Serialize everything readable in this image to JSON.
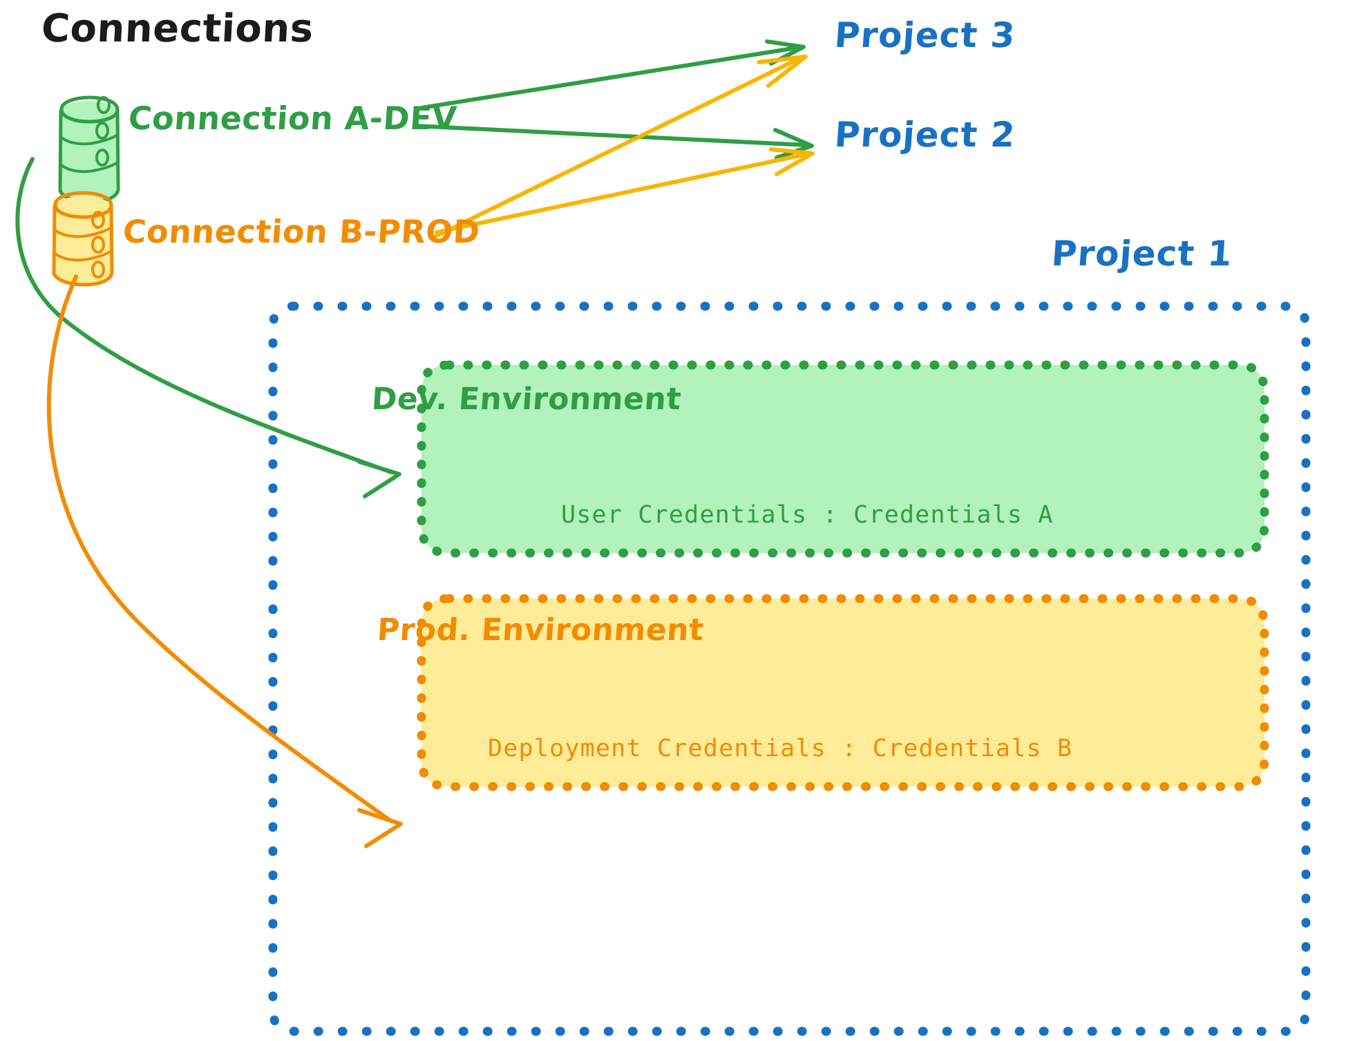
{
  "diagram": {
    "title": "Connections",
    "background_color": "#ffffff",
    "palette": {
      "green_stroke": "#2f9e44",
      "green_fill": "#b2f2bb",
      "orange_stroke": "#f08c00",
      "orange_fill": "#ffec99",
      "blue_stroke": "#1971c2",
      "black_text": "#1b1b1b"
    }
  },
  "connections": [
    {
      "id": "a-dev",
      "label": "Connection A-DEV",
      "icon": "database-icon",
      "color": "#2f9e44"
    },
    {
      "id": "b-prod",
      "label": "Connection B-PROD",
      "icon": "database-icon",
      "color": "#f08c00"
    }
  ],
  "projects": [
    {
      "id": "project-3",
      "label": "Project 3",
      "color": "#1971c2"
    },
    {
      "id": "project-2",
      "label": "Project 2",
      "color": "#1971c2"
    },
    {
      "id": "project-1",
      "label": "Project 1",
      "color": "#1971c2"
    }
  ],
  "project_one": {
    "label": "Project 1",
    "border_color": "#1971c2",
    "environments": [
      {
        "id": "dev-environment",
        "title": "Dev. Environment",
        "credentials_label": "User Credentials : Credentials A",
        "fill": "#b2f2bb",
        "border": "#2f9e44"
      },
      {
        "id": "prod-environment",
        "title": "Prod. Environment",
        "credentials_label": "Deployment Credentials : Credentials B",
        "fill": "#ffec99",
        "border": "#f08c00"
      }
    ]
  },
  "edges": [
    {
      "from": "a-dev",
      "to": "project-3",
      "color": "#2f9e44"
    },
    {
      "from": "a-dev",
      "to": "project-2",
      "color": "#2f9e44"
    },
    {
      "from": "a-dev",
      "to": "dev-environment",
      "color": "#2f9e44"
    },
    {
      "from": "b-prod",
      "to": "project-3",
      "color": "#f8b600"
    },
    {
      "from": "b-prod",
      "to": "project-2",
      "color": "#f8b600"
    },
    {
      "from": "b-prod",
      "to": "prod-environment",
      "color": "#f28c00"
    }
  ]
}
